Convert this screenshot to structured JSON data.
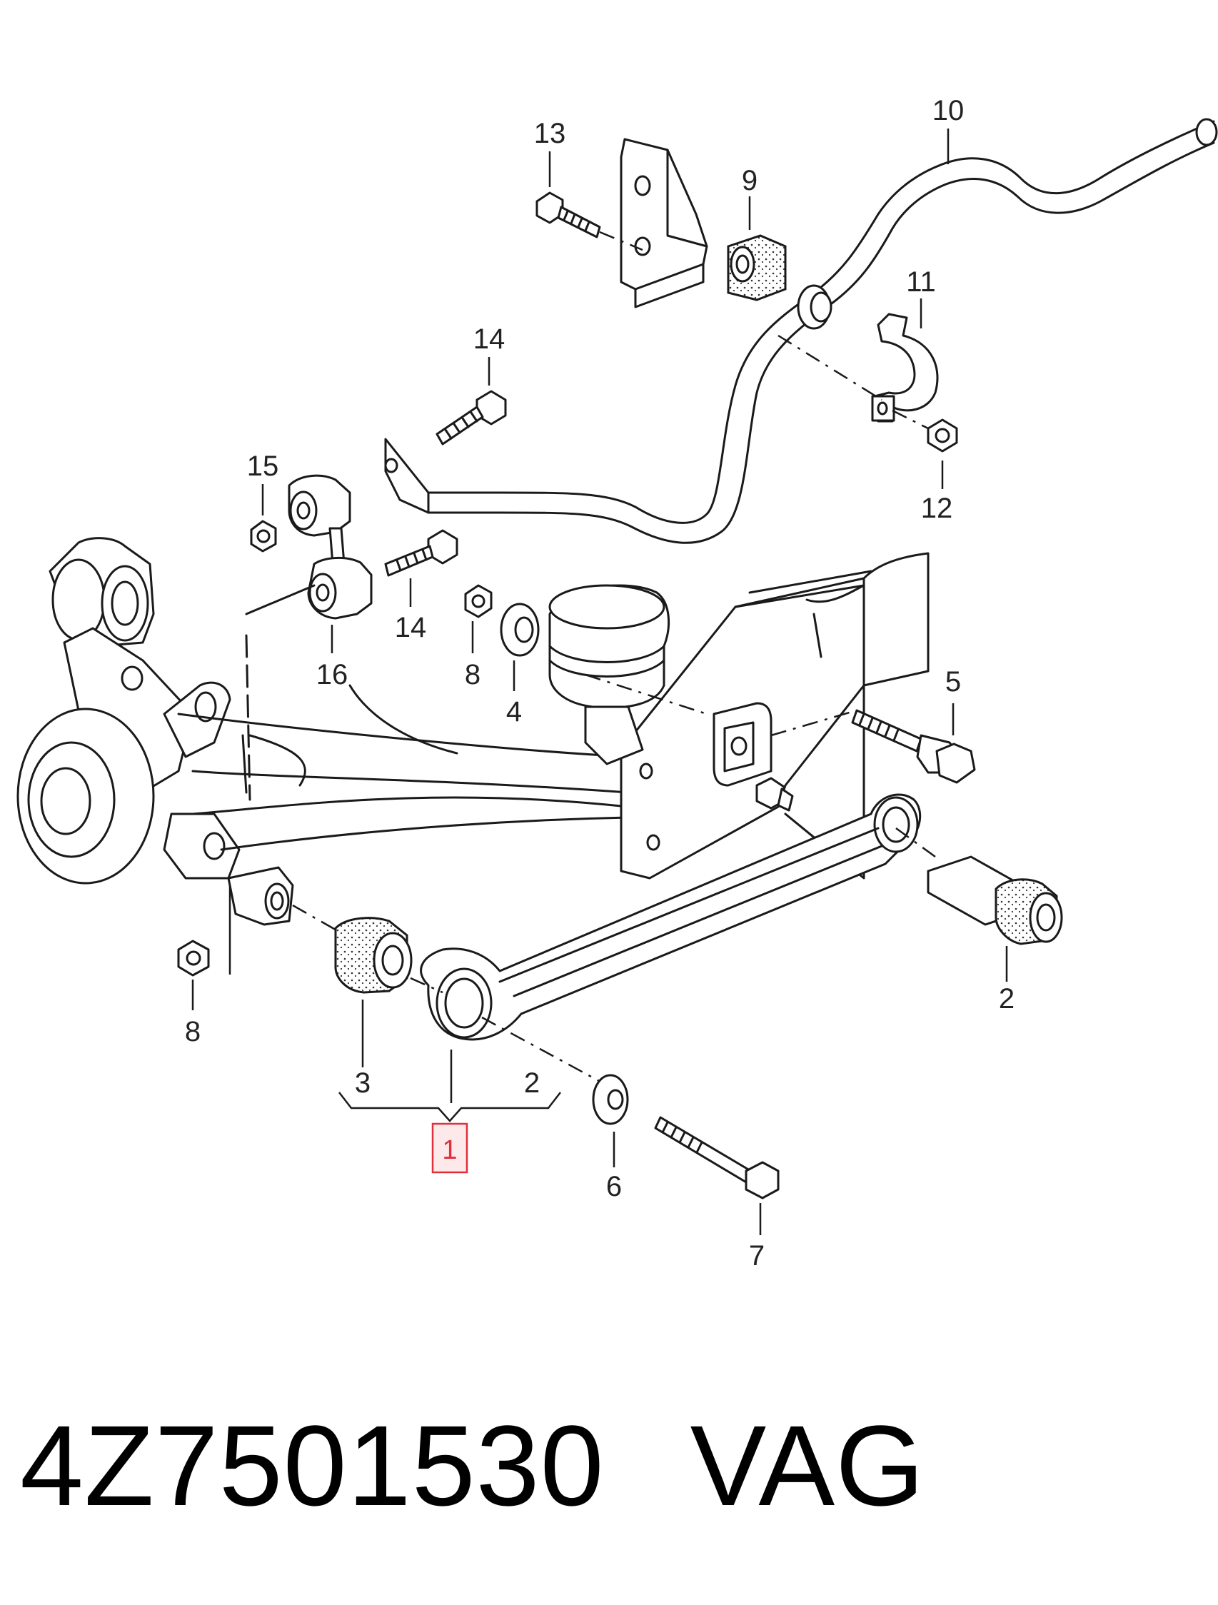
{
  "diagram": {
    "callouts": [
      "13",
      "10",
      "9",
      "14",
      "11",
      "15",
      "12",
      "14",
      "8",
      "16",
      "4",
      "5",
      "2",
      "8",
      "3",
      "2",
      "6",
      "7"
    ],
    "highlighted_callout": "1"
  },
  "footer": {
    "part_number": "4Z7501530",
    "brand": "VAG"
  },
  "colors": {
    "highlight_border": "#e0303c",
    "highlight_fill": "#fde8ea",
    "line": "#1a1a1a"
  }
}
